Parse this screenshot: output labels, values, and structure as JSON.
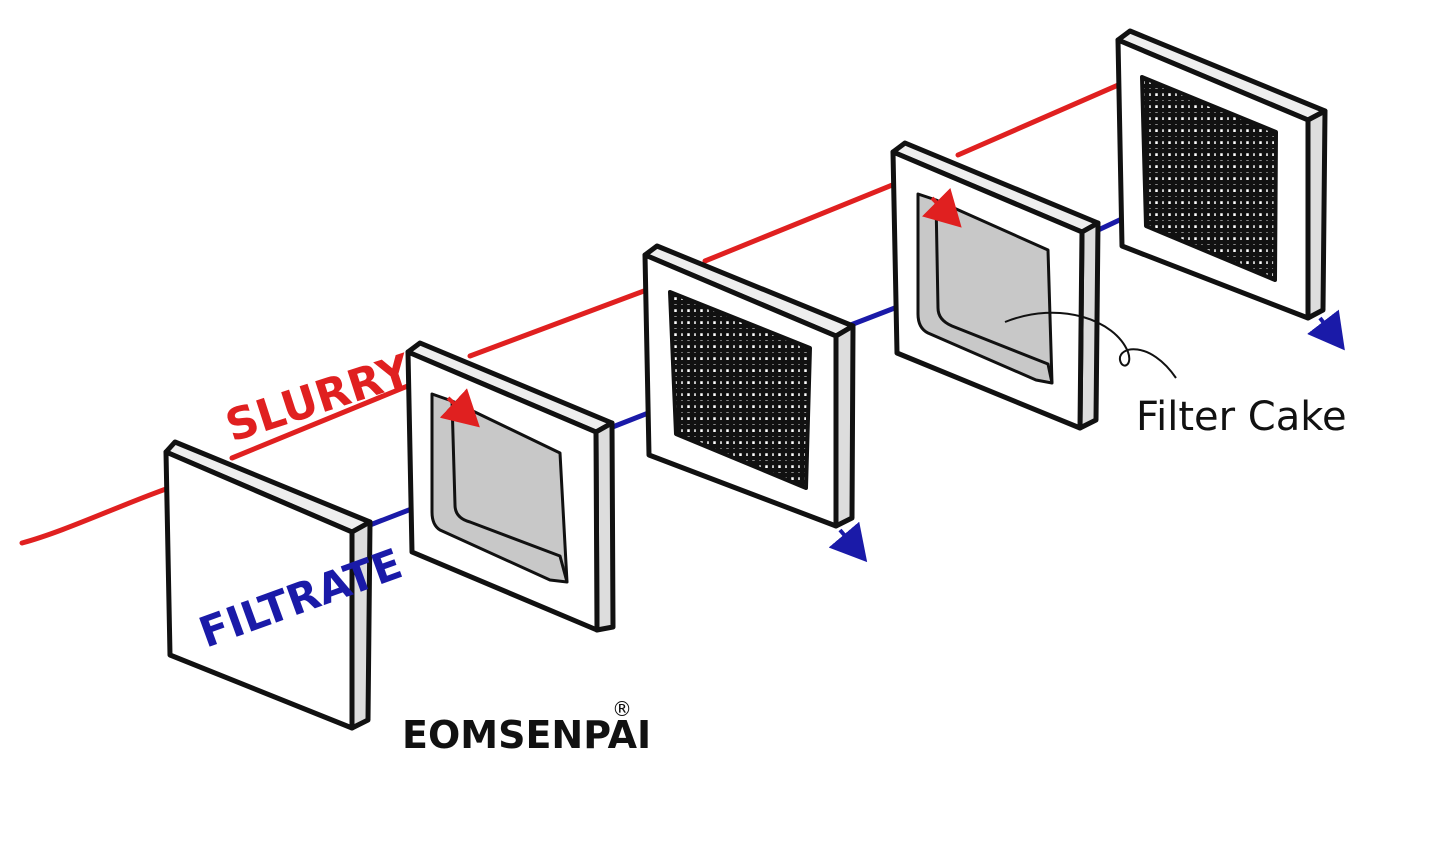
{
  "diagram": {
    "labels": {
      "slurry": "SLURRY",
      "filtrate": "FILTRATE",
      "filter_cake": "Filter Cake",
      "brand": "EOMSENPAI",
      "registered_mark": "®"
    },
    "colors": {
      "slurry_line": "#e02020",
      "filtrate_line": "#1a1aa8",
      "outline": "#111111",
      "cake_fill": "#c8c8c8",
      "plate_fill": "#ffffff"
    },
    "plates": [
      {
        "kind": "end-plate"
      },
      {
        "kind": "frame-with-cake"
      },
      {
        "kind": "grid-plate"
      },
      {
        "kind": "frame-with-cake"
      },
      {
        "kind": "grid-plate"
      }
    ]
  }
}
